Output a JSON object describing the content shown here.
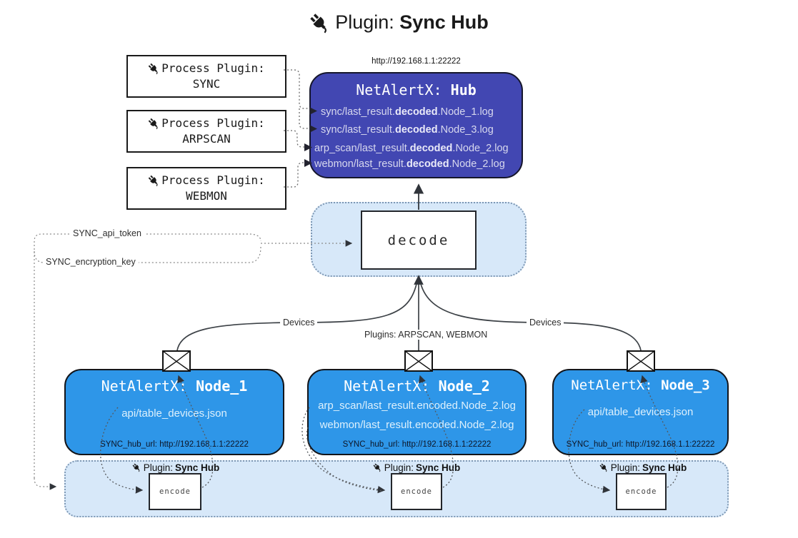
{
  "title": {
    "prefix": "Plugin:",
    "name": "Sync Hub"
  },
  "process_plugins": [
    {
      "label": "Process Plugin:",
      "name": "SYNC"
    },
    {
      "label": "Process Plugin:",
      "name": "ARPSCAN"
    },
    {
      "label": "Process Plugin:",
      "name": "WEBMON"
    }
  ],
  "hub": {
    "url": "http://192.168.1.1:22222",
    "title_prefix": "NetAlertX: ",
    "title_name": "Hub",
    "entries": [
      {
        "pre": "sync/last_result.",
        "bold": "decoded",
        "post": ".Node_1.log"
      },
      {
        "pre": "sync/last_result.",
        "bold": "decoded",
        "post": ".Node_3.log"
      },
      {
        "pre": "arp_scan/last_result.",
        "bold": "decoded",
        "post": ".Node_2.log"
      },
      {
        "pre": "webmon/last_result.",
        "bold": "decoded",
        "post": ".Node_2.log"
      }
    ]
  },
  "decode_label": "decode",
  "secrets": {
    "api_token": "SYNC_api_token",
    "encryption_key": "SYNC_encryption_key"
  },
  "edge_labels": {
    "devices_left": "Devices",
    "devices_right": "Devices",
    "plugins": "Plugins: ARPSCAN, WEBMON"
  },
  "nodes": [
    {
      "title_prefix": "NetAlertX: ",
      "title_name": "Node_1",
      "lines": [
        "api/table_devices.json"
      ],
      "hub_url": "SYNC_hub_url: http://192.168.1.1:22222"
    },
    {
      "title_prefix": "NetAlertX: ",
      "title_name": "Node_2",
      "lines": [
        "arp_scan/last_result.encoded.Node_2.log",
        "webmon/last_result.encoded.Node_2.log"
      ],
      "hub_url": "SYNC_hub_url: http://192.168.1.1:22222"
    },
    {
      "title_prefix": "NetAlertX: ",
      "title_name": "Node_3",
      "lines": [
        "api/table_devices.json"
      ],
      "hub_url": "SYNC_hub_url: http://192.168.1.1:22222"
    }
  ],
  "strip": {
    "instances": [
      {
        "prefix": "Plugin:",
        "name": "Sync Hub",
        "box": "encode"
      },
      {
        "prefix": "Plugin:",
        "name": "Sync Hub",
        "box": "encode"
      },
      {
        "prefix": "Plugin:",
        "name": "Sync Hub",
        "box": "encode"
      }
    ]
  },
  "colors": {
    "hub_fill": "#4247b2",
    "node_fill": "#2e96e8",
    "panel_fill": "#d7e8f9",
    "panel_border": "#7e98b4",
    "hub_text": "#d7d8ee",
    "node_text": "#ddf0fc"
  }
}
